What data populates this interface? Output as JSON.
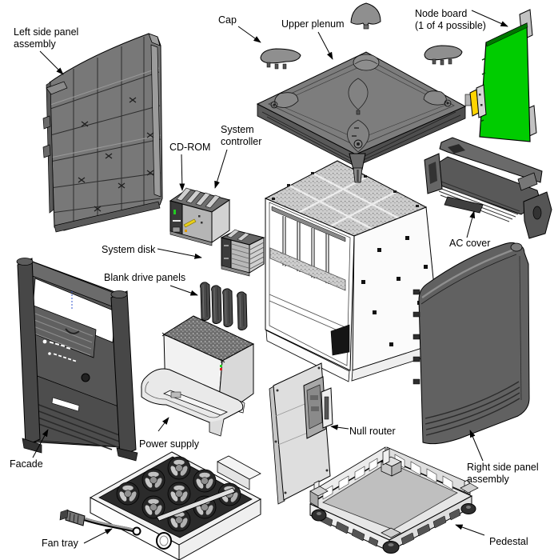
{
  "figure": {
    "kind": "exploded-assembly-diagram",
    "subject": "deskside server module exploded view"
  },
  "labels": {
    "left_side_panel": {
      "line1": "Left side panel",
      "line2": "assembly"
    },
    "cap": {
      "text": "Cap"
    },
    "upper_plenum": {
      "text": "Upper plenum"
    },
    "node_board": {
      "line1": "Node board",
      "line2": "(1 of 4 possible)"
    },
    "cdrom": {
      "text": "CD-ROM"
    },
    "system_controller": {
      "line1": "System",
      "line2": "controller"
    },
    "ac_cover": {
      "text": "AC cover"
    },
    "system_disk": {
      "text": "System disk"
    },
    "blank_drive_panels": {
      "text": "Blank drive panels"
    },
    "power_supply": {
      "text": "Power supply"
    },
    "null_router": {
      "text": "Null router"
    },
    "facade": {
      "text": "Facade"
    },
    "fan_tray": {
      "text": "Fan tray"
    },
    "right_side_panel": {
      "line1": "Right side panel",
      "line2": "assembly"
    },
    "pedestal": {
      "text": "Pedestal"
    }
  },
  "colors": {
    "background": "#ffffff",
    "outline": "#000000",
    "board_green": "#00cc00",
    "board_edge_green": "#007700",
    "connector_yellow": "#ffd400",
    "cdrom_stripe_yellow": "#e8cf1a",
    "led_green": "#22cc22",
    "led_red": "#dd2222",
    "led_amber": "#e09a00",
    "panel_gray": "#787878",
    "dark_panel_gray": "#4f4f4f"
  }
}
